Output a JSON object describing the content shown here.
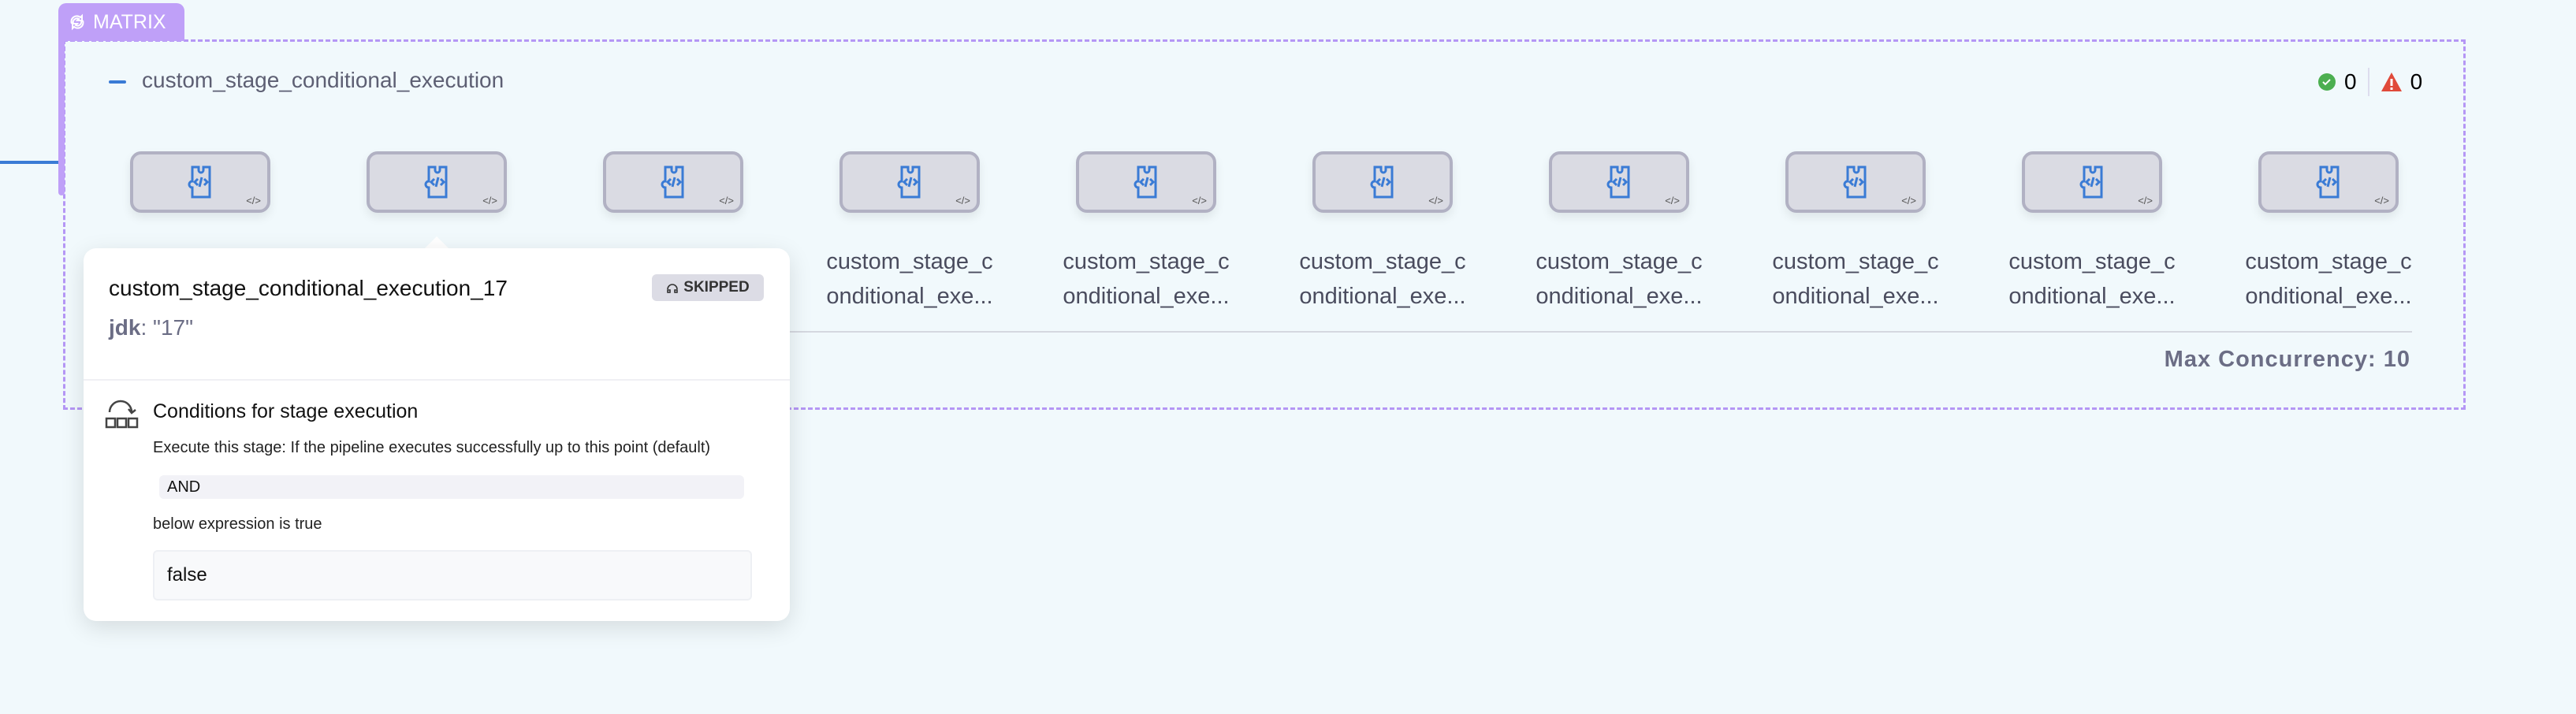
{
  "matrix": {
    "tab_label": "MATRIX",
    "group_title": "custom_stage_conditional_execution",
    "success_count": "0",
    "failed_count": "0",
    "max_concurrency": "Max Concurrency: 10"
  },
  "nodes": [
    {
      "label": ""
    },
    {
      "label": ""
    },
    {
      "label": ""
    },
    {
      "label": "custom_stage_c onditional_exe..."
    },
    {
      "label": "custom_stage_c onditional_exe..."
    },
    {
      "label": "custom_stage_c onditional_exe..."
    },
    {
      "label": "custom_stage_c onditional_exe..."
    },
    {
      "label": "custom_stage_c onditional_exe..."
    },
    {
      "label": "custom_stage_c onditional_exe..."
    },
    {
      "label": "custom_stage_c onditional_exe..."
    }
  ],
  "popover": {
    "title": "custom_stage_conditional_execution_17",
    "status": "SKIPPED",
    "param_key": "jdk",
    "param_value": ": \"17\"",
    "conditions_title": "Conditions for stage execution",
    "execute_text": "Execute this stage: If the pipeline executes successfully up to this point (default)",
    "operator": "AND",
    "below_text": "below expression is true",
    "expression": "false"
  },
  "colors": {
    "accent": "#3a7bd5",
    "matrix": "#bfa0f8",
    "success": "#4caf50",
    "error": "#e04a3a"
  }
}
